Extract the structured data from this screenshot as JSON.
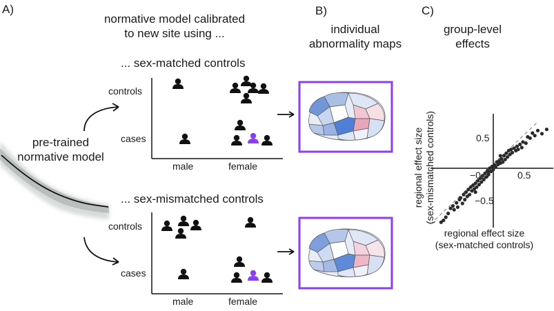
{
  "panels": {
    "a": "A)",
    "b": "B)",
    "c": "C)"
  },
  "header": {
    "calib_line1": "normative model calibrated",
    "calib_line2": "to new site using ...",
    "maps_line1": "individual",
    "maps_line2": "abnormality maps",
    "group_line1": "group-level",
    "group_line2": "effects"
  },
  "pretrained": {
    "line1": "pre-trained",
    "line2": "normative model"
  },
  "top_grid": {
    "title": "... sex-matched controls",
    "row_controls": "controls",
    "row_cases": "cases",
    "col_male": "male",
    "col_female": "female"
  },
  "bottom_grid": {
    "title": "... sex-mismatched controls",
    "row_controls": "controls",
    "row_cases": "cases",
    "col_male": "male",
    "col_female": "female"
  },
  "colors": {
    "person": "#111111",
    "highlight_person": "#8a3ff0",
    "frame": "#8a3ff0",
    "brain_blue": "#4f7fd6",
    "brain_pink": "#f3c6d3"
  },
  "chart_data": {
    "type": "scatter",
    "xlabel_line1": "regional effect size",
    "xlabel_line2": "(sex-matched controls)",
    "ylabel_line1": "regional effect size",
    "ylabel_line2": "(sex-mismatched controls)",
    "x_ticks": [
      "−0.5",
      "0.5"
    ],
    "y_ticks": [
      "0.5",
      "−0.5"
    ],
    "xlim": [
      -0.9,
      0.95
    ],
    "ylim": [
      -0.9,
      0.65
    ],
    "identity_line": true,
    "points": [
      [
        -0.88,
        -0.86
      ],
      [
        -0.84,
        -0.83
      ],
      [
        -0.8,
        -0.78
      ],
      [
        -0.76,
        -0.72
      ],
      [
        -0.72,
        -0.64
      ],
      [
        -0.68,
        -0.6
      ],
      [
        -0.66,
        -0.66
      ],
      [
        -0.62,
        -0.55
      ],
      [
        -0.6,
        -0.62
      ],
      [
        -0.57,
        -0.5
      ],
      [
        -0.55,
        -0.47
      ],
      [
        -0.52,
        -0.56
      ],
      [
        -0.5,
        -0.42
      ],
      [
        -0.48,
        -0.5
      ],
      [
        -0.46,
        -0.38
      ],
      [
        -0.44,
        -0.45
      ],
      [
        -0.42,
        -0.34
      ],
      [
        -0.4,
        -0.42
      ],
      [
        -0.38,
        -0.3
      ],
      [
        -0.36,
        -0.36
      ],
      [
        -0.34,
        -0.27
      ],
      [
        -0.32,
        -0.33
      ],
      [
        -0.3,
        -0.24
      ],
      [
        -0.28,
        -0.3
      ],
      [
        -0.26,
        -0.2
      ],
      [
        -0.24,
        -0.26
      ],
      [
        -0.22,
        -0.16
      ],
      [
        -0.2,
        -0.22
      ],
      [
        -0.18,
        -0.12
      ],
      [
        -0.16,
        -0.18
      ],
      [
        -0.14,
        -0.08
      ],
      [
        -0.12,
        -0.14
      ],
      [
        -0.1,
        -0.04
      ],
      [
        -0.08,
        -0.1
      ],
      [
        -0.06,
        0.0
      ],
      [
        -0.04,
        -0.05
      ],
      [
        -0.02,
        0.03
      ],
      [
        0.0,
        -0.02
      ],
      [
        0.02,
        0.05
      ],
      [
        0.04,
        0.02
      ],
      [
        0.06,
        0.1
      ],
      [
        0.08,
        0.06
      ],
      [
        0.1,
        0.12
      ],
      [
        0.12,
        0.08
      ],
      [
        0.14,
        0.15
      ],
      [
        0.16,
        0.1
      ],
      [
        0.18,
        0.2
      ],
      [
        0.2,
        0.14
      ],
      [
        0.22,
        0.24
      ],
      [
        0.24,
        0.18
      ],
      [
        0.26,
        0.28
      ],
      [
        0.28,
        0.22
      ],
      [
        0.3,
        0.3
      ],
      [
        0.32,
        0.25
      ],
      [
        0.35,
        0.32
      ],
      [
        0.38,
        0.28
      ],
      [
        0.4,
        0.35
      ],
      [
        0.42,
        0.3
      ],
      [
        0.45,
        0.38
      ],
      [
        0.48,
        0.33
      ],
      [
        0.5,
        0.42
      ],
      [
        0.55,
        0.4
      ],
      [
        0.58,
        0.5
      ],
      [
        0.62,
        0.48
      ],
      [
        0.66,
        0.56
      ],
      [
        0.7,
        0.52
      ],
      [
        0.75,
        0.6
      ],
      [
        0.82,
        0.55
      ],
      [
        0.9,
        0.62
      ],
      [
        -0.08,
        -0.06
      ],
      [
        0.12,
        0.2
      ],
      [
        -0.3,
        -0.38
      ]
    ]
  }
}
